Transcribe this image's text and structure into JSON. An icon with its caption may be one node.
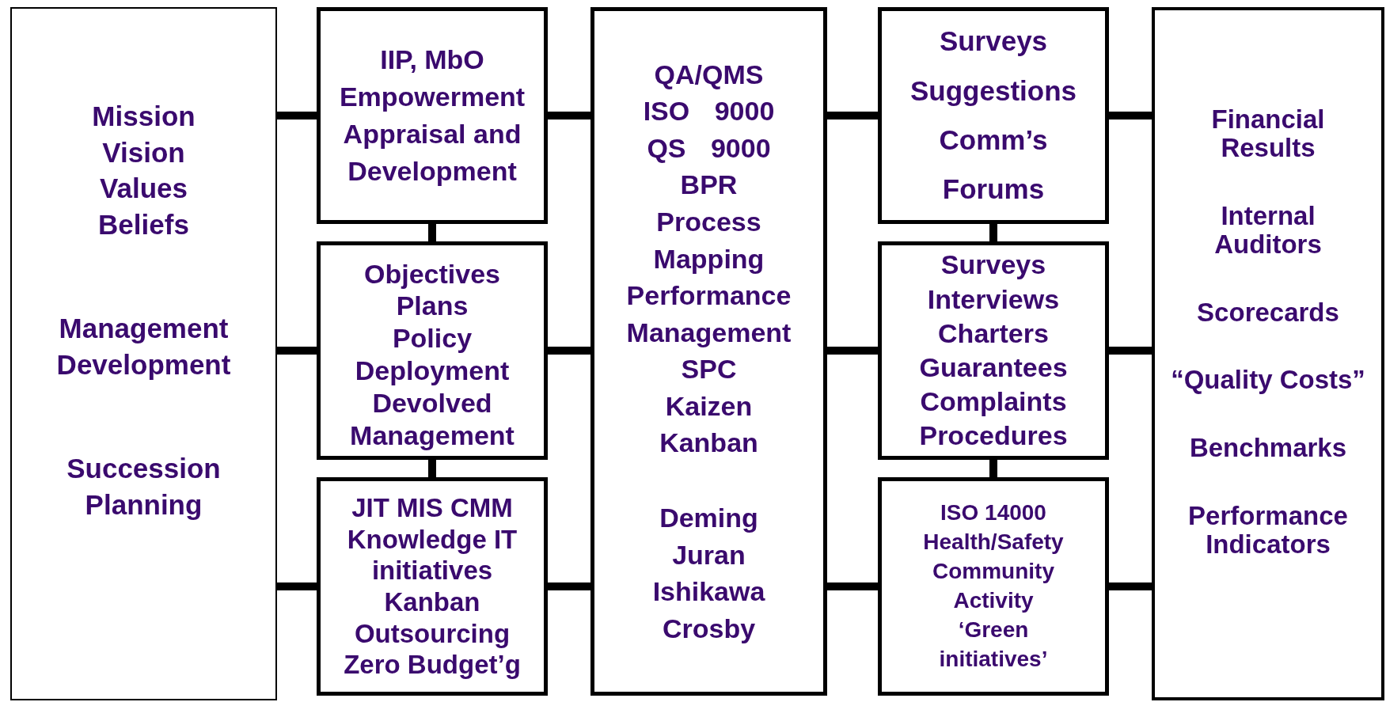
{
  "diagram": {
    "nodes": [
      {
        "text": [
          "Mission Vision Values Beliefs",
          "Management Development",
          "Succession Planning"
        ]
      },
      {
        "text": [
          "IIP, MbO Empowerment Appraisal and Development"
        ]
      },
      {
        "text": [
          "Objectives Plans Policy Deployment Devolved Management"
        ]
      },
      {
        "text": [
          "JIT MIS CMM Knowledge IT initiatives Kanban Outsourcing Zero Budget’g"
        ]
      },
      {
        "text": [
          "QA/QMS ISO 9000 QS 9000 BPR Process Mapping Performance Management SPC Kaizen Kanban",
          "Deming Juran Ishikawa Crosby"
        ]
      },
      {
        "text": [
          "Surveys Suggestions Comm’s Forums"
        ]
      },
      {
        "text": [
          "Surveys Interviews Charters Guarantees Complaints Procedures"
        ]
      },
      {
        "text": [
          "ISO 14000 Health/Safety Community Activity ‘Green initiatives’"
        ]
      },
      {
        "text": [
          "Financial Results",
          "Internal Auditors",
          "Scorecards",
          "“Quality Costs”",
          "Benchmarks",
          "Performance Indicators"
        ]
      }
    ],
    "edges": [
      {
        "from": 0,
        "to": 1,
        "arrow": "none"
      },
      {
        "from": 0,
        "to": 2,
        "arrow": "none"
      },
      {
        "from": 0,
        "to": 3,
        "arrow": "none"
      },
      {
        "from": 1,
        "to": 2,
        "arrow": "none"
      },
      {
        "from": 2,
        "to": 3,
        "arrow": "none"
      },
      {
        "from": 1,
        "to": 4,
        "arrow": "none"
      },
      {
        "from": 2,
        "to": 4,
        "arrow": "none"
      },
      {
        "from": 3,
        "to": 4,
        "arrow": "none"
      },
      {
        "from": 4,
        "to": 5,
        "arrow": "none"
      },
      {
        "from": 4,
        "to": 6,
        "arrow": "none"
      },
      {
        "from": 4,
        "to": 7,
        "arrow": "none"
      },
      {
        "from": 5,
        "to": 6,
        "arrow": "none"
      },
      {
        "from": 6,
        "to": 7,
        "arrow": "none"
      },
      {
        "from": 5,
        "to": 8,
        "arrow": "none"
      },
      {
        "from": 6,
        "to": 8,
        "arrow": "none"
      },
      {
        "from": 7,
        "to": 8,
        "arrow": "none"
      }
    ]
  }
}
